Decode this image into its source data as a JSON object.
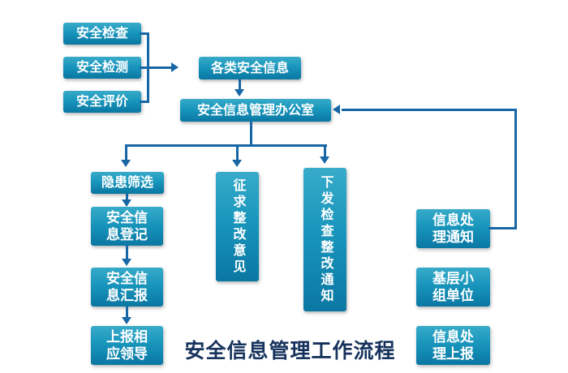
{
  "title": "安全信息管理工作流程",
  "colors": {
    "box_gradient_top": "#38abc9",
    "box_gradient_bottom": "#0a77a2",
    "connector": "#1766a5",
    "title_text": "#16325c",
    "background": "#ffffff"
  },
  "nodes": {
    "safety_inspection": "安全检查",
    "safety_testing": "安全检测",
    "safety_evaluation": "安全评价",
    "all_safety_info": "各类安全信息",
    "management_office": "安全信息管理办公室",
    "hazard_screening": "隐患筛选",
    "info_registration": "安全信\n息登记",
    "info_reporting": "安全信\n息汇报",
    "report_to_leaders": "上报相\n应领导",
    "seek_rectification_opinions": "征求整改意见",
    "issue_rectification_notice": "下发检查整改通知",
    "info_processing_notice": "信息处\n理通知",
    "grassroots_group_unit": "基层小\n组单位",
    "info_processing_report": "信息处\n理上报"
  }
}
